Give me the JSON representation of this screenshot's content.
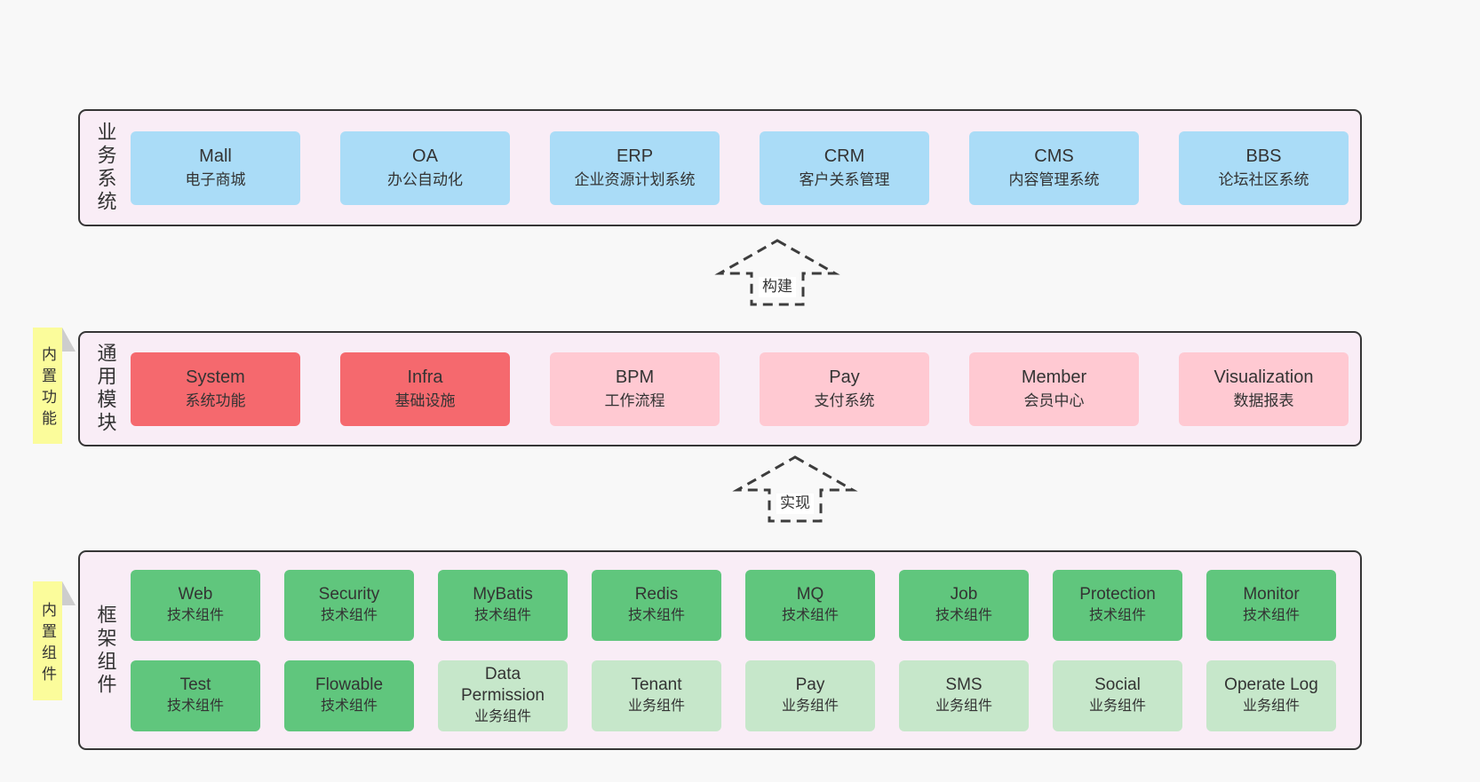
{
  "page": {
    "background": "#f8f8f8"
  },
  "colors": {
    "panel_bg": "#f9edf6",
    "panel_border": "#363636",
    "blue": "#aadcf7",
    "red": "#f5696e",
    "pink": "#ffc9d2",
    "green": "#60c67d",
    "light_green": "#c6e7ca",
    "note_yellow": "#fbfc9b",
    "note_fold": "#cdcdcd",
    "text": "#333333"
  },
  "arrows": {
    "build": "构建",
    "implement": "实现"
  },
  "sections": {
    "business": {
      "label": "业务系统",
      "items": [
        {
          "title": "Mall",
          "subtitle": "电子商城",
          "color": "blue"
        },
        {
          "title": "OA",
          "subtitle": "办公自动化",
          "color": "blue"
        },
        {
          "title": "ERP",
          "subtitle": "企业资源计划系统",
          "color": "blue"
        },
        {
          "title": "CRM",
          "subtitle": "客户关系管理",
          "color": "blue"
        },
        {
          "title": "CMS",
          "subtitle": "内容管理系统",
          "color": "blue"
        },
        {
          "title": "BBS",
          "subtitle": "论坛社区系统",
          "color": "blue"
        }
      ]
    },
    "modules": {
      "label": "通用模块",
      "note": "内置功能",
      "items": [
        {
          "title": "System",
          "subtitle": "系统功能",
          "color": "red"
        },
        {
          "title": "Infra",
          "subtitle": "基础设施",
          "color": "red"
        },
        {
          "title": "BPM",
          "subtitle": "工作流程",
          "color": "pink"
        },
        {
          "title": "Pay",
          "subtitle": "支付系统",
          "color": "pink"
        },
        {
          "title": "Member",
          "subtitle": "会员中心",
          "color": "pink"
        },
        {
          "title": "Visualization",
          "subtitle": "数据报表",
          "color": "pink"
        }
      ]
    },
    "framework": {
      "label": "框架组件",
      "note": "内置组件",
      "rows": [
        [
          {
            "title": "Web",
            "subtitle": "技术组件",
            "color": "green"
          },
          {
            "title": "Security",
            "subtitle": "技术组件",
            "color": "green"
          },
          {
            "title": "MyBatis",
            "subtitle": "技术组件",
            "color": "green"
          },
          {
            "title": "Redis",
            "subtitle": "技术组件",
            "color": "green"
          },
          {
            "title": "MQ",
            "subtitle": "技术组件",
            "color": "green"
          },
          {
            "title": "Job",
            "subtitle": "技术组件",
            "color": "green"
          },
          {
            "title": "Protection",
            "subtitle": "技术组件",
            "color": "green"
          },
          {
            "title": "Monitor",
            "subtitle": "技术组件",
            "color": "green"
          }
        ],
        [
          {
            "title": "Test",
            "subtitle": "技术组件",
            "color": "green"
          },
          {
            "title": "Flowable",
            "subtitle": "技术组件",
            "color": "green"
          },
          {
            "title": "Data Permission",
            "subtitle": "业务组件",
            "color": "light_green"
          },
          {
            "title": "Tenant",
            "subtitle": "业务组件",
            "color": "light_green"
          },
          {
            "title": "Pay",
            "subtitle": "业务组件",
            "color": "light_green"
          },
          {
            "title": "SMS",
            "subtitle": "业务组件",
            "color": "light_green"
          },
          {
            "title": "Social",
            "subtitle": "业务组件",
            "color": "light_green"
          },
          {
            "title": "Operate Log",
            "subtitle": "业务组件",
            "color": "light_green"
          }
        ]
      ]
    }
  }
}
